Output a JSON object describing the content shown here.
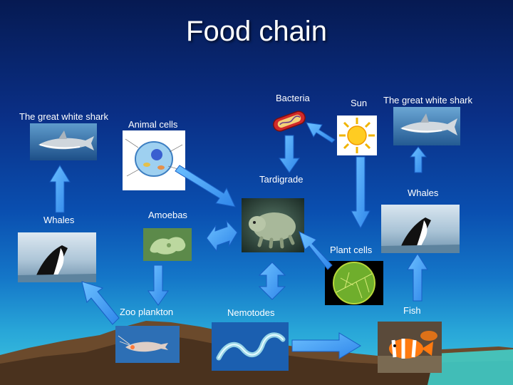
{
  "title": "Food chain",
  "labels": {
    "shark_left": "The great white shark",
    "animal_cells": "Animal cells",
    "bacteria": "Bacteria",
    "sun": "Sun",
    "shark_right": "The great white shark",
    "tardigrade": "Tardigrade",
    "whales_right": "Whales",
    "whales_left": "Whales",
    "amoebas": "Amoebas",
    "plant_cells": "Plant cells",
    "fish": "Fish",
    "zoo_plankton": "Zoo plankton",
    "nemotodes": "Nemotodes"
  },
  "colors": {
    "arrow_fill": "#4aa3ff",
    "arrow_stroke": "#1f6fd8",
    "text": "#ffffff"
  }
}
